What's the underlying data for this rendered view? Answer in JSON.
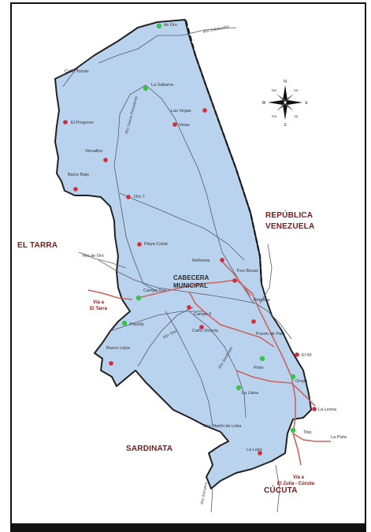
{
  "map": {
    "colors": {
      "land": "#b9d2ee",
      "border": "#222222",
      "road": "#c9655f",
      "river": "#5a5a6a",
      "town_red": "#d42a3a",
      "town_green": "#39c24a",
      "region_text": "#7a1a1a"
    },
    "regions": [
      {
        "id": "el-tarra",
        "label": "EL TARRA"
      },
      {
        "id": "republica",
        "line1": "REPÚBLICA",
        "line2": "VENEZUELA"
      },
      {
        "id": "sardinata",
        "label": "SARDINATA"
      },
      {
        "id": "cucuta",
        "label": "CÚCUTA"
      }
    ],
    "center": {
      "line1": "CABECERA",
      "line2": "MUNICIPAL"
    },
    "compass": {
      "n": "N",
      "s": "S",
      "e": "E",
      "w": "W",
      "ne": "NE",
      "nw": "NW",
      "se": "SE",
      "sw": "SW"
    },
    "places": [
      {
        "id": "pl-de-oro",
        "text": "de Oro"
      },
      {
        "id": "pl-la-gabarra",
        "text": "La Gabarra"
      },
      {
        "id": "pl-caño-tomas",
        "text": "Caño Tomás"
      },
      {
        "id": "pl-el-progreso",
        "text": "El Progreso"
      },
      {
        "id": "pl-las-vegas",
        "text": "Las Vegas"
      },
      {
        "id": "pl-vetas",
        "text": "Vetas"
      },
      {
        "id": "pl-versalles",
        "text": "Versalles"
      },
      {
        "id": "pl-barco",
        "text": "Barco Bajo"
      },
      {
        "id": "pl-oru",
        "text": "Orú 7"
      },
      {
        "id": "pl-playa",
        "text": "Playa Cobal"
      },
      {
        "id": "pl-refineria",
        "text": "Refinería"
      },
      {
        "id": "pl-tres-bocas",
        "text": "Tres Bocas"
      },
      {
        "id": "pl-petrolea",
        "text": "Petrólea"
      },
      {
        "id": "pl-campo-dos",
        "text": "Campo Dos"
      },
      {
        "id": "pl-pacelly",
        "text": "Pacelly"
      },
      {
        "id": "pl-rio-de-oro",
        "text": "Río de Oro"
      },
      {
        "id": "pl-campo-6",
        "text": "Campo 6"
      },
      {
        "id": "pl-caño-victoria",
        "text": "Caño Victoria"
      },
      {
        "id": "pl-puerto",
        "text": "Puerto de Palo"
      },
      {
        "id": "pl-el-40",
        "text": "El 40"
      },
      {
        "id": "pl-banco",
        "text": "Banco Lejos"
      },
      {
        "id": "pl-orope",
        "text": "Orope"
      },
      {
        "id": "pl-tibu",
        "text": "Tibú"
      },
      {
        "id": "pl-san-martin",
        "text": "San Martín de Loba"
      },
      {
        "id": "pl-la-leona",
        "text": "La Leona"
      },
      {
        "id": "pl-la-pista",
        "text": "La Pista"
      },
      {
        "id": "pl-la-lejia",
        "text": "La Lejía"
      },
      {
        "id": "pl-la-llana",
        "text": "La Llana"
      },
      {
        "id": "pl-pinto",
        "text": "Pinto"
      }
    ],
    "rivers": [
      {
        "id": "rv-catatumbo",
        "text": "Río Catatumbo"
      },
      {
        "id": "rv-nuevo",
        "text": "Río Nuevo Presidente"
      },
      {
        "id": "rv-tibu",
        "text": "Río Tibú"
      },
      {
        "id": "rv-sardinata",
        "text": "Río Sardinata"
      },
      {
        "id": "rv-socuavo",
        "text": "Río Socuavo"
      }
    ],
    "vias": [
      {
        "id": "via-tarra",
        "line1": "Vía a",
        "line2": "El Tarra"
      },
      {
        "id": "via-zulia",
        "line1": "Vía a",
        "line2": "El Zulia - Cúcuta"
      }
    ]
  }
}
